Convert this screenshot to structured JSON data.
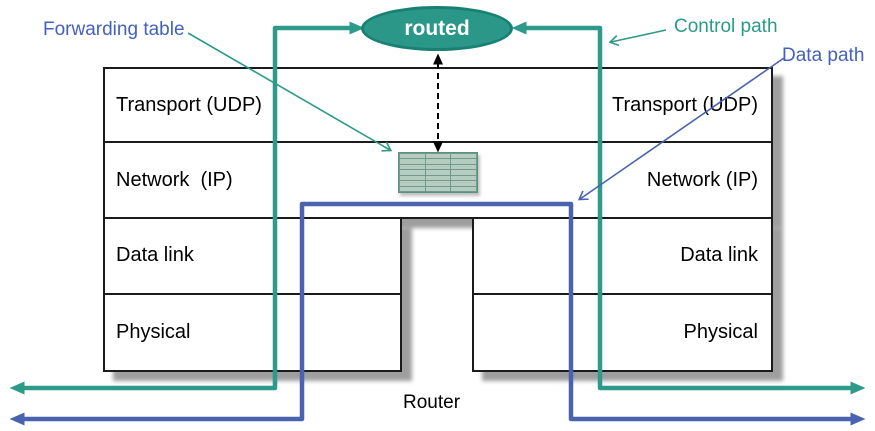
{
  "diagram": {
    "router_label": "Router",
    "daemon_label": "routed",
    "labels": {
      "forwarding_table": "Forwarding table",
      "control_path": "Control path",
      "data_path": "Data path"
    },
    "stack_left": [
      "Transport (UDP)",
      "Network  (IP)",
      "Data link",
      "Physical"
    ],
    "stack_right": [
      "Transport (UDP)",
      "Network (IP)",
      "Data link",
      "Physical"
    ],
    "forwarding_grid": {
      "rows": 7,
      "cols": 3
    },
    "colors": {
      "control_path": "#2d9a8a",
      "data_path": "#4a63ae",
      "annotation_blue": "#4462bd",
      "annotation_teal": "#2a9b8b",
      "daemon_fill": "#2a9788",
      "daemon_border": "#198173",
      "grid_line": "#6f9c8a",
      "grid_cell": "#b6ccc1",
      "dashed_arrow": "#000000"
    }
  }
}
